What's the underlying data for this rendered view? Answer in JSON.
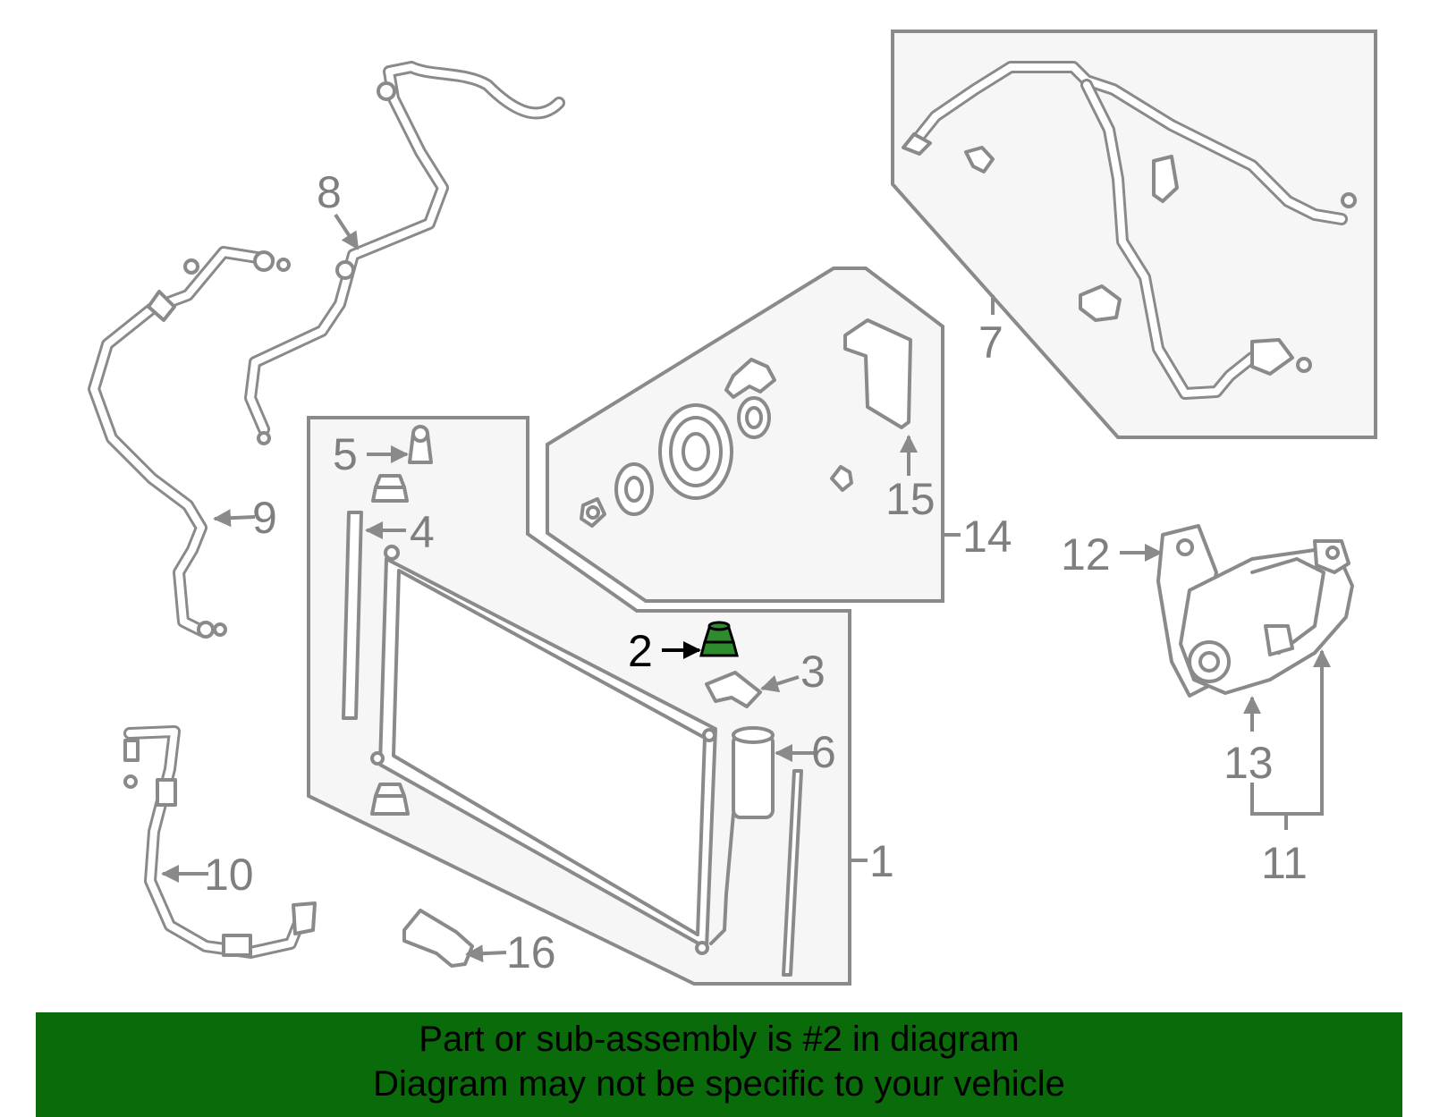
{
  "callouts": {
    "c1": "1",
    "c2": "2",
    "c3": "3",
    "c4": "4",
    "c5": "5",
    "c6": "6",
    "c7": "7",
    "c8": "8",
    "c9": "9",
    "c10": "10",
    "c11": "11",
    "c12": "12",
    "c13": "13",
    "c14": "14",
    "c15": "15",
    "c16": "16"
  },
  "highlight": {
    "part_number": "2",
    "color": "#2e8b2e"
  },
  "banner": {
    "line1": "Part or sub-assembly is #2 in diagram",
    "line2": "Diagram may not be specific to your vehicle",
    "background": "#0a6b0a"
  }
}
